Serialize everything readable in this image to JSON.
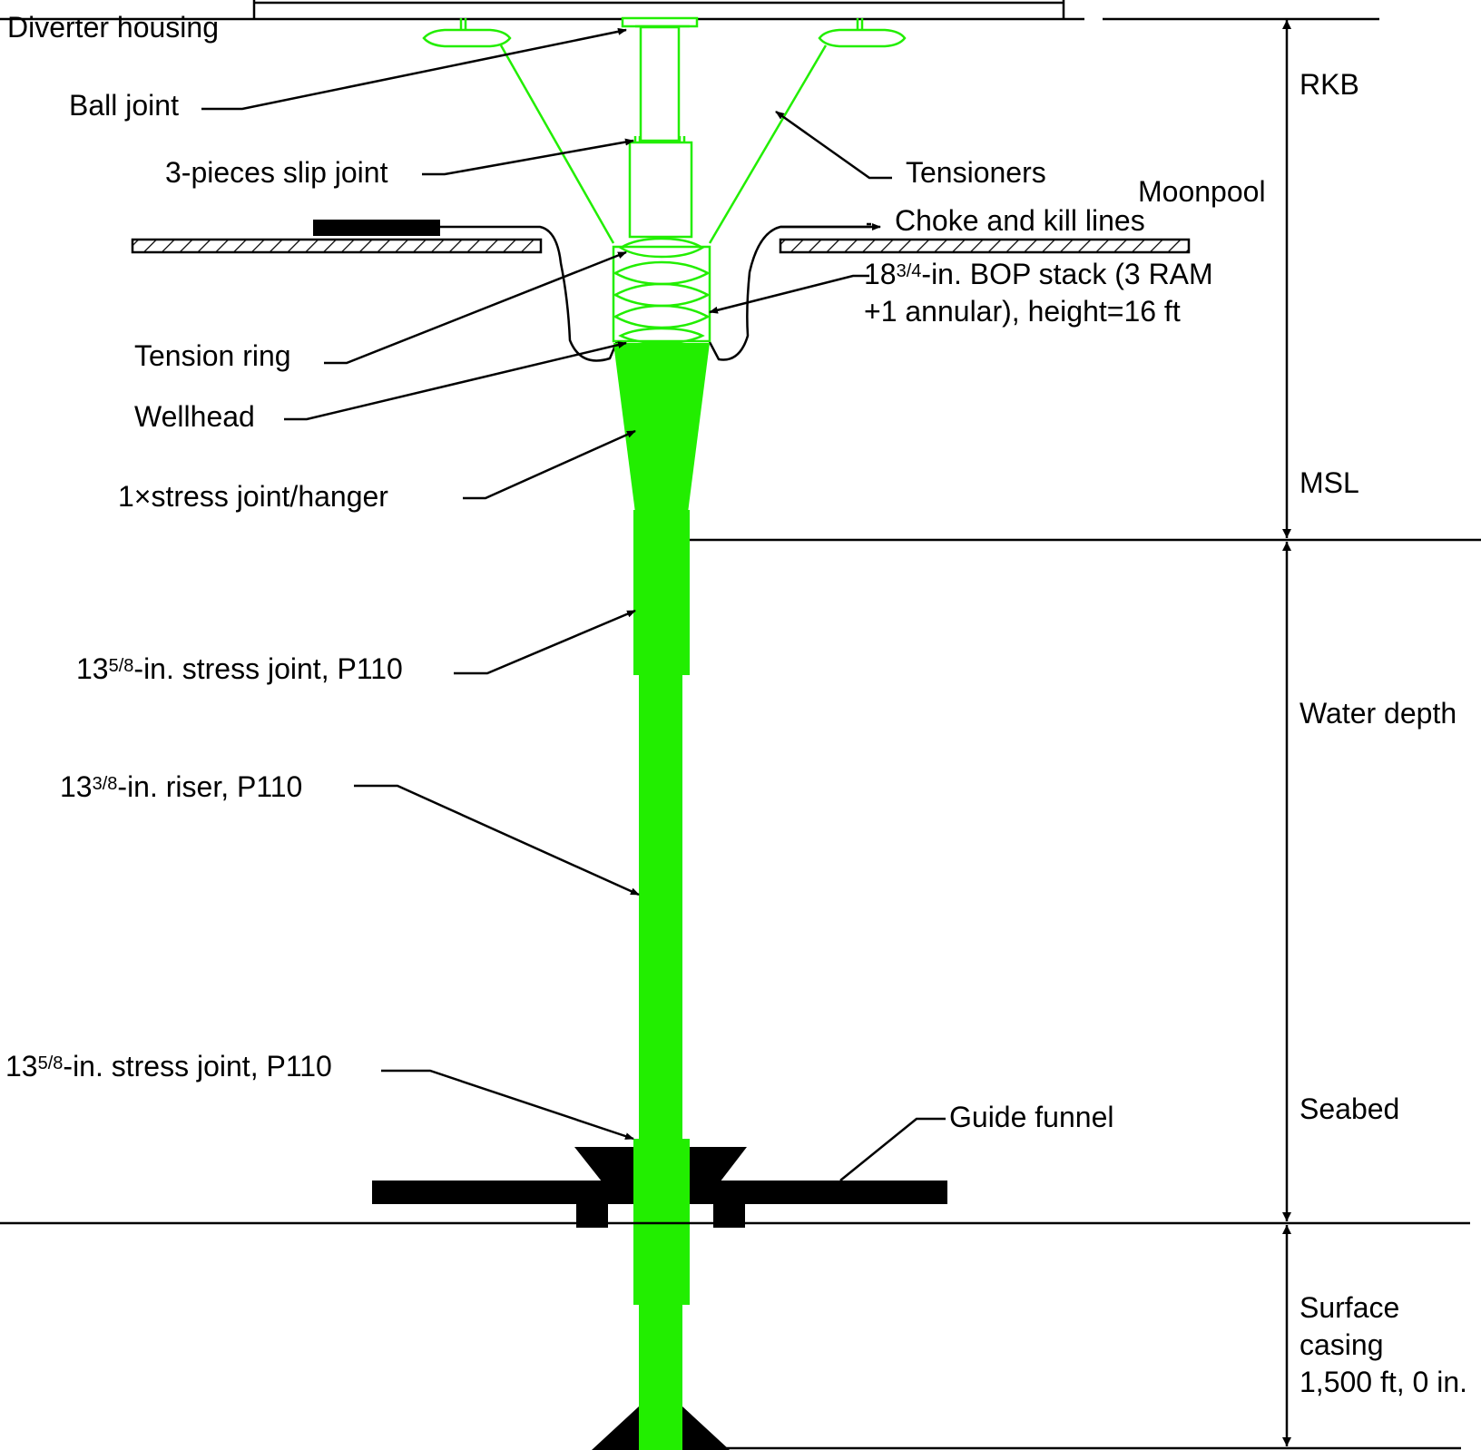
{
  "colors": {
    "riser_green": "#22ee00",
    "outline": "#000000",
    "background": "#ffffff"
  },
  "labels": {
    "diverter_housing": "Diverter housing",
    "ball_joint": "Ball joint",
    "slip_joint": "3-pieces slip joint",
    "tensioners": "Tensioners",
    "moonpool": "Moonpool",
    "choke_kill": "Choke and kill lines",
    "bop_pre": "18",
    "bop_frac": "3/4",
    "bop_line1": "-in. BOP stack (3 RAM",
    "bop_line2": "+1 annular), height=16 ft",
    "tension_ring": "Tension ring",
    "wellhead": "Wellhead",
    "stress_hanger": "1×stress joint/hanger",
    "upper_stress_pre": "13",
    "upper_stress_frac": "5/8",
    "upper_stress_post": "-in. stress joint, P110",
    "riser_pre": "13",
    "riser_frac": "3/8",
    "riser_post": "-in. riser, P110",
    "lower_stress_pre": "13",
    "lower_stress_frac": "5/8",
    "lower_stress_post": "-in. stress joint, P110",
    "guide_funnel": "Guide funnel"
  },
  "dimensions": {
    "rkb": "RKB",
    "msl": "MSL",
    "water_depth": "Water depth",
    "seabed": "Seabed",
    "surface_casing_line1": "Surface",
    "surface_casing_line2": "casing",
    "surface_casing_line3": "1,500 ft, 0 in."
  }
}
